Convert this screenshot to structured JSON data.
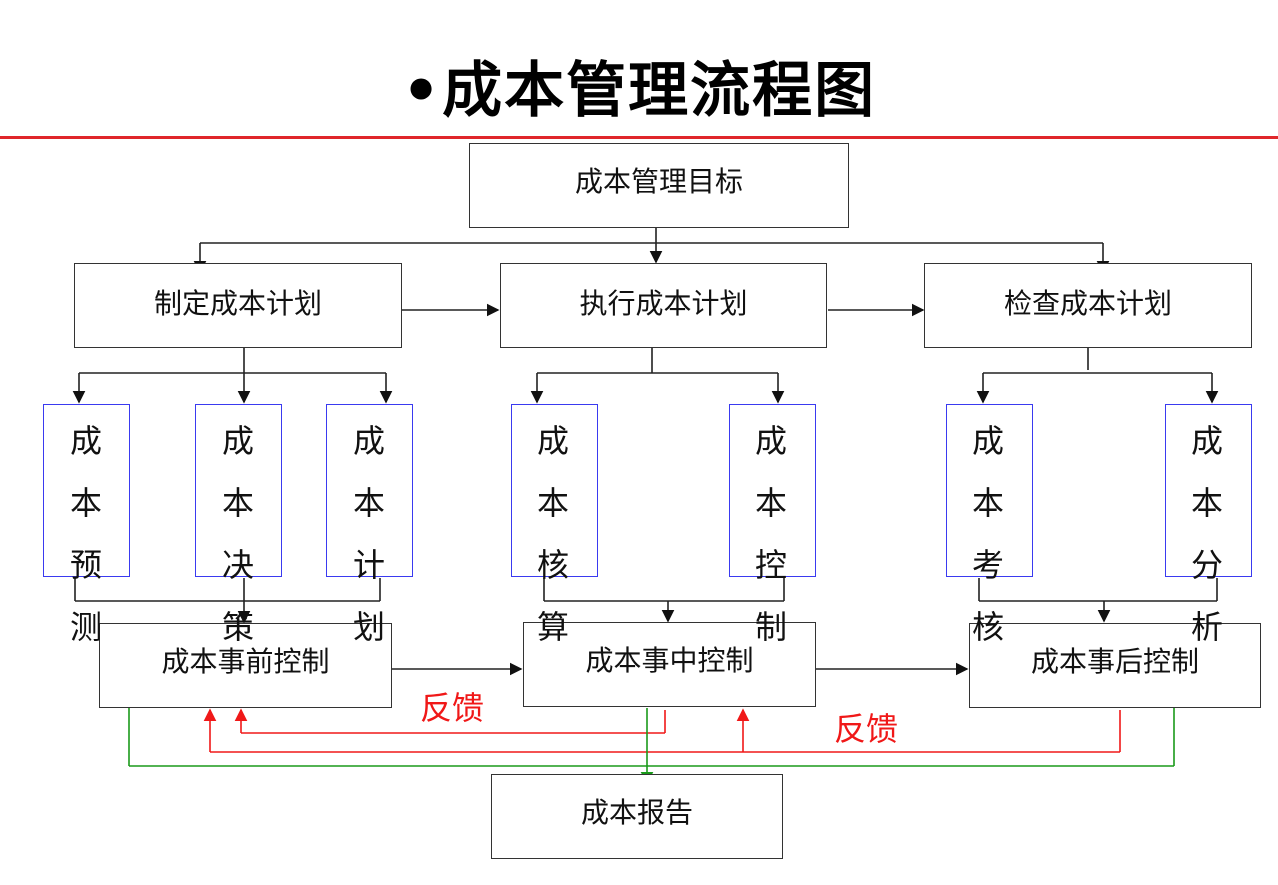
{
  "title": "•成本管理流程图",
  "colors": {
    "rule": "#e0262a",
    "feedback": "#f01818",
    "report_line": "#1a9a1a",
    "sub_border": "#3a3af0"
  },
  "goal": "成本管理目标",
  "plans": [
    "制定成本计划",
    "执行成本计划",
    "检查成本计划"
  ],
  "subs": {
    "s1": [
      "成",
      "本",
      "预",
      "测"
    ],
    "s2": [
      "成",
      "本",
      "决",
      "策"
    ],
    "s3": [
      "成",
      "本",
      "计",
      "划"
    ],
    "s4": [
      "成",
      "本",
      "核",
      "算"
    ],
    "s5": [
      "成",
      "本",
      "控",
      "制"
    ],
    "s6": [
      "成",
      "本",
      "考",
      "核"
    ],
    "s7": [
      "成",
      "本",
      "分",
      "析"
    ]
  },
  "controls": [
    "成本事前控制",
    "成本事中控制",
    "成本事后控制"
  ],
  "feedback_label": "反馈",
  "report": "成本报告"
}
